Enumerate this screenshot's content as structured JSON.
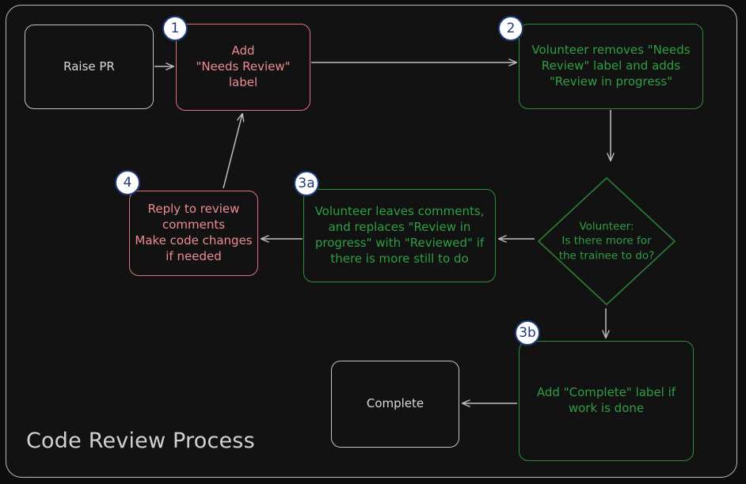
{
  "diagram": {
    "title": "Code Review Process",
    "type": "flowchart",
    "background_color": "#121212",
    "frame_border_color": "#b9b9b9",
    "colors": {
      "gray_stroke": "#c3c3c3",
      "gray_text": "#d8d8d8",
      "red_stroke": "#e2707e",
      "red_text": "#ed8b94",
      "green_stroke": "#2f8f3f",
      "green_text": "#2f9e44",
      "badge_fill": "#ffffff",
      "badge_stroke": "#1f3d7a",
      "badge_text": "#1f3d7a",
      "edge_color": "#bfbfbf"
    },
    "nodes": [
      {
        "id": "raise-pr",
        "label": "Raise PR",
        "shape": "rounded-rect",
        "style": "gray"
      },
      {
        "id": "add-label",
        "label": "Add\n\"Needs Review\"\nlabel",
        "shape": "rounded-rect",
        "style": "red",
        "badge": "1"
      },
      {
        "id": "volunteer-removes",
        "label": "Volunteer removes \"Needs Review\" label and adds \"Review in progress\"",
        "shape": "rounded-rect",
        "style": "green",
        "badge": "2"
      },
      {
        "id": "decision",
        "label": "Volunteer:\nIs there more for\nthe trainee to do?",
        "shape": "diamond",
        "style": "green"
      },
      {
        "id": "volunteer-leaves",
        "label": "Volunteer leaves comments, and replaces \"Review in progress\" with \"Reviewed\" if there is more still to do",
        "shape": "rounded-rect",
        "style": "green",
        "badge": "3a"
      },
      {
        "id": "reply-review",
        "label": "Reply to review comments Make code changes if needed",
        "shape": "rounded-rect",
        "style": "red",
        "badge": "4"
      },
      {
        "id": "add-complete",
        "label": "Add \"Complete\" label if work is done",
        "shape": "rounded-rect",
        "style": "green",
        "badge": "3b"
      },
      {
        "id": "complete",
        "label": "Complete",
        "shape": "rounded-rect",
        "style": "gray"
      }
    ],
    "node_text": {
      "raise_pr": "Raise PR",
      "add_label_line1": "Add",
      "add_label_line2": "\"Needs Review\"",
      "add_label_line3": "label",
      "volunteer_removes_line1": "Volunteer removes \"Needs",
      "volunteer_removes_line2": "Review\" label and adds",
      "volunteer_removes_line3": "\"Review in progress\"",
      "decision_line1": "Volunteer:",
      "decision_line2": "Is there more for",
      "decision_line3": "the trainee to do?",
      "volunteer_leaves_line1": "Volunteer leaves comments,",
      "volunteer_leaves_line2": "and replaces \"Review in",
      "volunteer_leaves_line3": "progress\" with \"Reviewed\" if",
      "volunteer_leaves_line4": "there is more still to do",
      "reply_review_line1": "Reply to review",
      "reply_review_line2": "comments",
      "reply_review_line3": "Make code changes",
      "reply_review_line4": "if needed",
      "add_complete_line1": "Add \"Complete\" label if",
      "add_complete_line2": "work is done",
      "complete": "Complete"
    },
    "badges": {
      "b1": "1",
      "b2": "2",
      "b3a": "3a",
      "b3b": "3b",
      "b4": "4"
    },
    "edges": [
      {
        "from": "raise-pr",
        "to": "add-label",
        "label": ""
      },
      {
        "from": "add-label",
        "to": "volunteer-removes",
        "label": ""
      },
      {
        "from": "volunteer-removes",
        "to": "decision",
        "label": ""
      },
      {
        "from": "decision",
        "to": "volunteer-leaves",
        "label": ""
      },
      {
        "from": "volunteer-leaves",
        "to": "reply-review",
        "label": ""
      },
      {
        "from": "reply-review",
        "to": "add-label",
        "label": ""
      },
      {
        "from": "decision",
        "to": "add-complete",
        "label": ""
      },
      {
        "from": "add-complete",
        "to": "complete",
        "label": ""
      }
    ]
  }
}
